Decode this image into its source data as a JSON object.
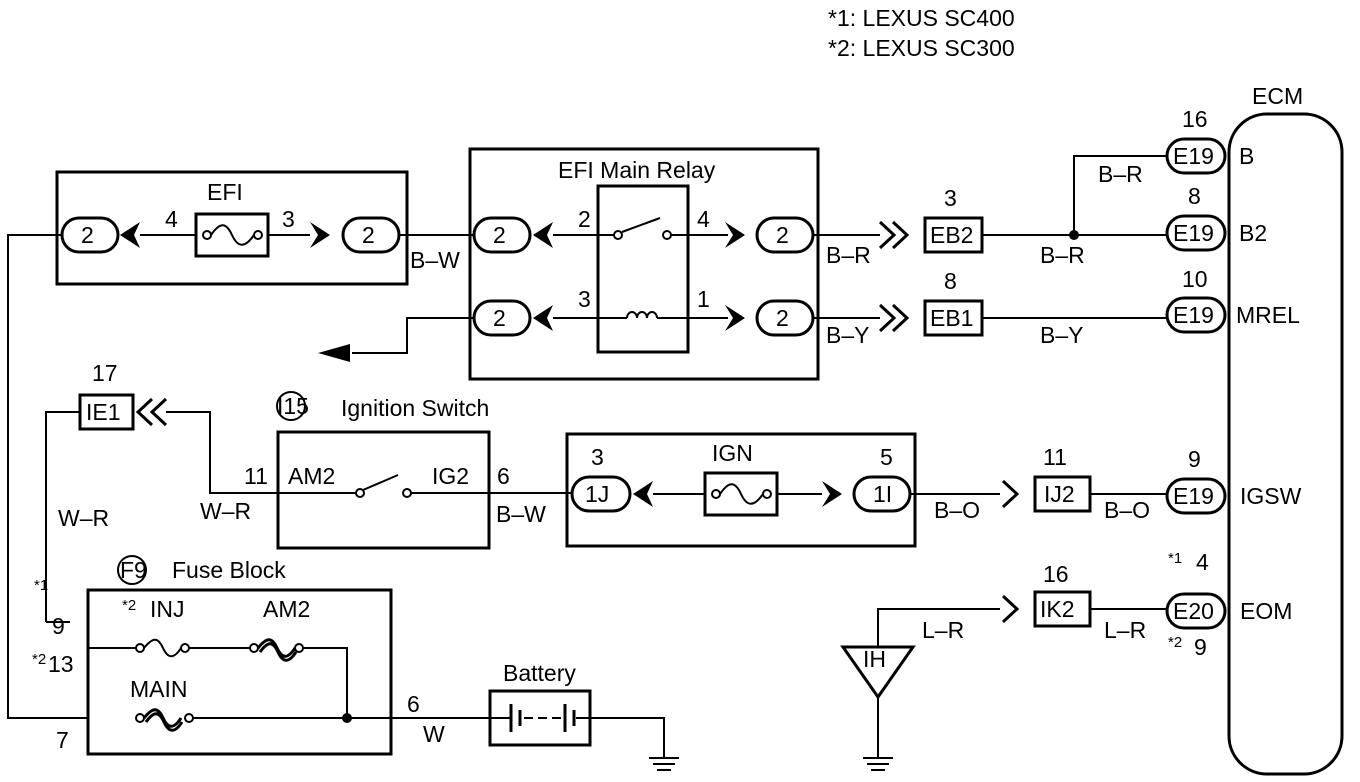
{
  "notes": {
    "n1": "*1: LEXUS SC400",
    "n2": "*2: LEXUS SC300"
  },
  "ecm": {
    "title": "ECM",
    "pins": [
      {
        "num": "16",
        "conn": "E19",
        "name": "B"
      },
      {
        "num": "8",
        "conn": "E19",
        "name": "B2"
      },
      {
        "num": "10",
        "conn": "E19",
        "name": "MREL"
      },
      {
        "num": "9",
        "conn": "E19",
        "name": "IGSW"
      },
      {
        "num": "4",
        "conn": "E20",
        "name": "EOM",
        "note_sc400": "*1",
        "note_sc300": "*2",
        "num_sc300": "9"
      }
    ]
  },
  "efi_fuse": {
    "title": "EFI",
    "left_conn": "2",
    "right_conn": "2",
    "left_pin": "4",
    "right_pin": "3"
  },
  "main_relay": {
    "title": "EFI Main Relay",
    "conns": [
      "2",
      "2",
      "2",
      "2"
    ],
    "pins": [
      "2",
      "4",
      "3",
      "1"
    ]
  },
  "junctions": {
    "eb2": {
      "label": "EB2",
      "pin": "3"
    },
    "eb1": {
      "label": "EB1",
      "pin": "8"
    },
    "ie1": {
      "label": "IE1",
      "pin": "17"
    },
    "ij2": {
      "label": "IJ2",
      "pin": "11"
    },
    "ik2": {
      "label": "IK2",
      "pin": "16"
    }
  },
  "ignition": {
    "tag": "I15",
    "title": "Ignition Switch",
    "am2": "AM2",
    "ig2": "IG2",
    "pin_in": "11",
    "pin_out": "6"
  },
  "ign_fuse": {
    "title": "IGN",
    "left_conn": "1J",
    "right_conn": "1I",
    "left_pin": "3",
    "right_pin": "5"
  },
  "fuse_block": {
    "tag": "F9",
    "title": "Fuse Block",
    "inj": "INJ",
    "inj_note": "*2",
    "am2": "AM2",
    "main": "MAIN",
    "pin_sc400": "9",
    "pin_sc400_note": "*1",
    "pin_sc300": "13",
    "pin_sc300_note": "*2",
    "pin_main": "7",
    "pin_out": "6"
  },
  "battery": {
    "title": "Battery"
  },
  "ih": {
    "label": "IH"
  },
  "wires": {
    "bw1": "B–W",
    "br1": "B–R",
    "br2": "B–R",
    "br3": "B–R",
    "by1": "B–Y",
    "by2": "B–Y",
    "wr1": "W–R",
    "wr2": "W–R",
    "bw2": "B–W",
    "bo1": "B–O",
    "bo2": "B–O",
    "lr1": "L–R",
    "lr2": "L–R",
    "w1": "W"
  }
}
